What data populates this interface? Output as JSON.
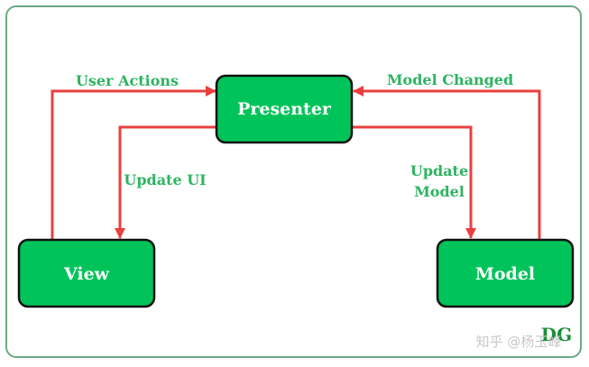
{
  "nodes": {
    "presenter": {
      "label": "Presenter"
    },
    "view": {
      "label": "View"
    },
    "model": {
      "label": "Model"
    }
  },
  "edges": {
    "user_actions": {
      "label": "User Actions"
    },
    "update_ui": {
      "label": "Update UI"
    },
    "model_changed": {
      "label": "Model Changed"
    },
    "update_model": {
      "line1": "Update",
      "line2": "Model"
    }
  },
  "watermark": {
    "text": "知乎 @杨玉峰"
  },
  "logo": {
    "text": "DG"
  },
  "colors": {
    "node_fill": "#00c45a",
    "node_border": "#111111",
    "arrow": "#e8403e",
    "edge_text": "#2db461",
    "frame": "#6aa884"
  }
}
